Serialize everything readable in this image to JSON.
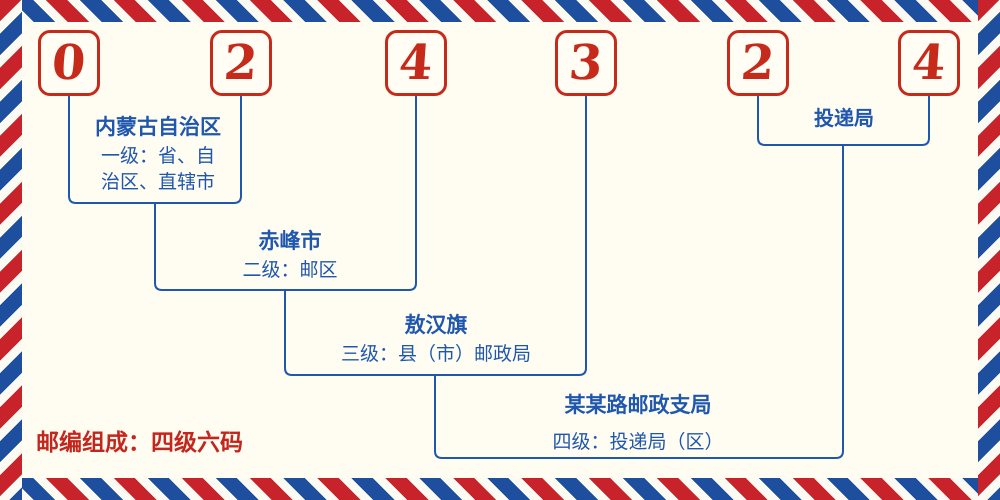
{
  "postal_code": {
    "digits": [
      "0",
      "2",
      "4",
      "3",
      "2",
      "4"
    ]
  },
  "labels": {
    "level1": {
      "name": "内蒙古自治区",
      "desc": "一级：省、自治区、直辖市"
    },
    "level2": {
      "name": "赤峰市",
      "desc": "二级：邮区"
    },
    "level3": {
      "name": "敖汉旗",
      "desc": "三级：县（市）邮政局"
    },
    "level4": {
      "name": "某某路邮政支局",
      "desc": "四级：投递局（区）"
    },
    "delivery_office": {
      "name": "投递局"
    }
  },
  "footer": {
    "note": "邮编组成：四级六码"
  },
  "colors": {
    "digit_red": "#c62a1a",
    "line_blue": "#2057ae",
    "note_red": "#c4261d",
    "stripe_red": "#c8232b",
    "stripe_blue": "#1d4f9e",
    "background": "#fffdf2"
  }
}
